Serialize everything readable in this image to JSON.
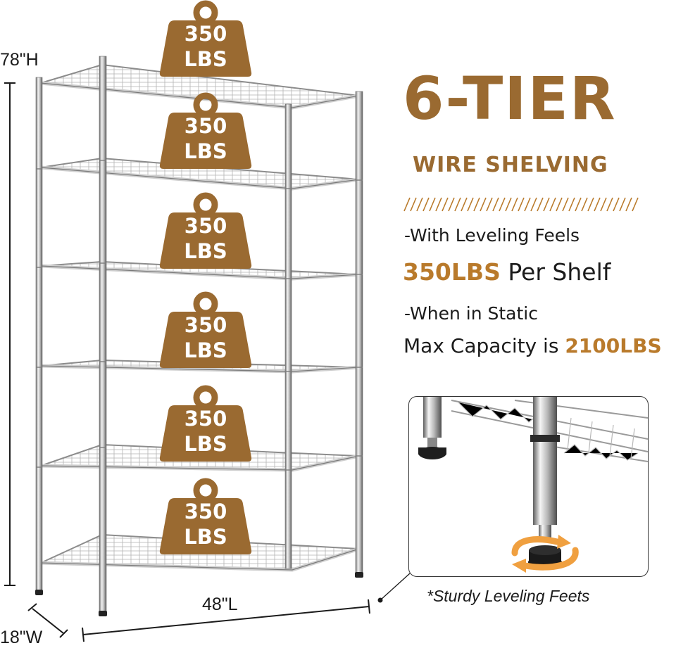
{
  "dimensions": {
    "height": "78\"H",
    "length": "48\"L",
    "width": "18\"W"
  },
  "weight_badges": [
    {
      "number": "350",
      "unit": "LBS"
    },
    {
      "number": "350",
      "unit": "LBS"
    },
    {
      "number": "350",
      "unit": "LBS"
    },
    {
      "number": "350",
      "unit": "LBS"
    },
    {
      "number": "350",
      "unit": "LBS"
    },
    {
      "number": "350",
      "unit": "LBS"
    }
  ],
  "headline": {
    "title": "6-TIER",
    "subtitle": "WIRE SHELVING"
  },
  "features": {
    "line1": "-With Leveling Feels",
    "line2_highlight": "350LBS",
    "line2_rest": " Per Shelf",
    "line3": "-When in Static",
    "line4_prefix": "Max Capacity is ",
    "line4_highlight": "2100LBS"
  },
  "inset_caption": "*Sturdy Leveling Feets",
  "colors": {
    "brand_brown": "#9a6a31",
    "highlight": "#b97a2b",
    "rotation_arrow": "#f0a040"
  }
}
